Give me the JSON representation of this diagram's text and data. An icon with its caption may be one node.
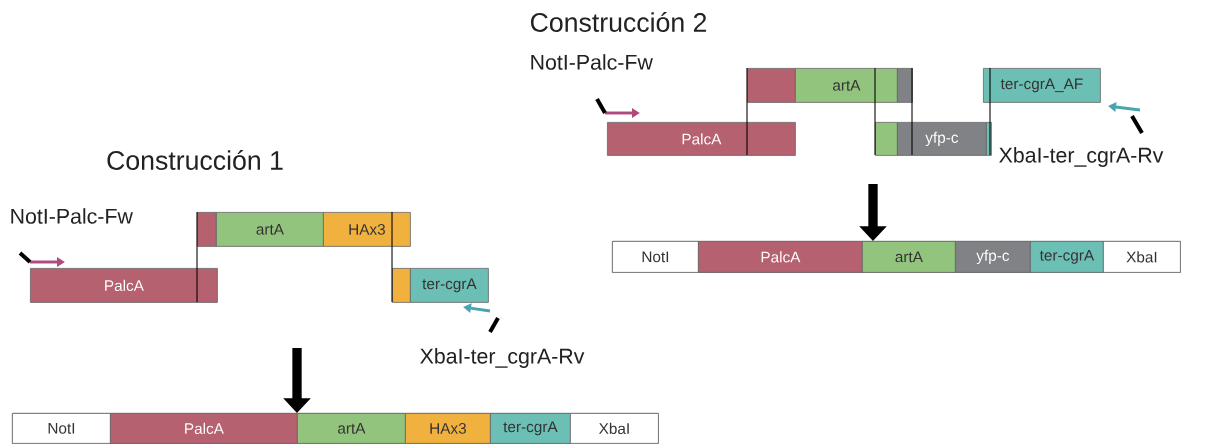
{
  "diagram": {
    "nodes": [
      {
        "text": [
          "PalcA"
        ]
      },
      {
        "text": [],
        "shape": "box"
      },
      {
        "text": [
          "artA"
        ]
      },
      {
        "text": [
          "HAx3"
        ]
      },
      {
        "text": [],
        "shape": "box"
      },
      {
        "text": [
          "ter-cgrA"
        ]
      },
      {
        "text": [],
        "shape": "bar"
      },
      {
        "text": [
          "NotI"
        ],
        "in": 6
      },
      {
        "text": [
          "PalcA"
        ],
        "in": 6
      },
      {
        "text": [
          "artA"
        ],
        "in": 6
      },
      {
        "text": [
          "HAx3"
        ],
        "in": 6
      },
      {
        "text": [
          "ter-cgrA"
        ],
        "in": 6
      },
      {
        "text": [
          "XbaI"
        ],
        "in": 6
      },
      {
        "text": [
          "PalcA"
        ]
      },
      {
        "text": [],
        "shape": "box"
      },
      {
        "text": [
          "artA"
        ]
      },
      {
        "text": [],
        "shape": "box"
      },
      {
        "text": [],
        "shape": "box"
      },
      {
        "text": [
          "yfp-c"
        ]
      },
      {
        "text": [],
        "shape": "box"
      },
      {
        "text": [
          "ter-cgrA_AF"
        ]
      },
      {
        "text": [],
        "shape": "bar"
      },
      {
        "text": [
          "NotI"
        ],
        "in": 21
      },
      {
        "text": [
          "PalcA"
        ],
        "in": 21
      },
      {
        "text": [
          "artA"
        ],
        "in": 21
      },
      {
        "text": [
          "yfp-c"
        ],
        "in": 21
      },
      {
        "text": [
          "ter-cgrA"
        ],
        "in": 21
      },
      {
        "text": [
          "XbaI"
        ],
        "in": 21
      }
    ],
    "edges": [
      {
        "from": null,
        "to": 6,
        "arrow": "to"
      },
      {
        "from": null,
        "to": 21,
        "arrow": "to"
      }
    ],
    "labels": [
      "Construcción 2",
      "NotI-Palc-Fw",
      "XbaI-ter_cgrA-Rv",
      "Construcción 1",
      "NotI-Palc-Fw",
      "XbaI-ter_cgrA-Rv"
    ]
  }
}
